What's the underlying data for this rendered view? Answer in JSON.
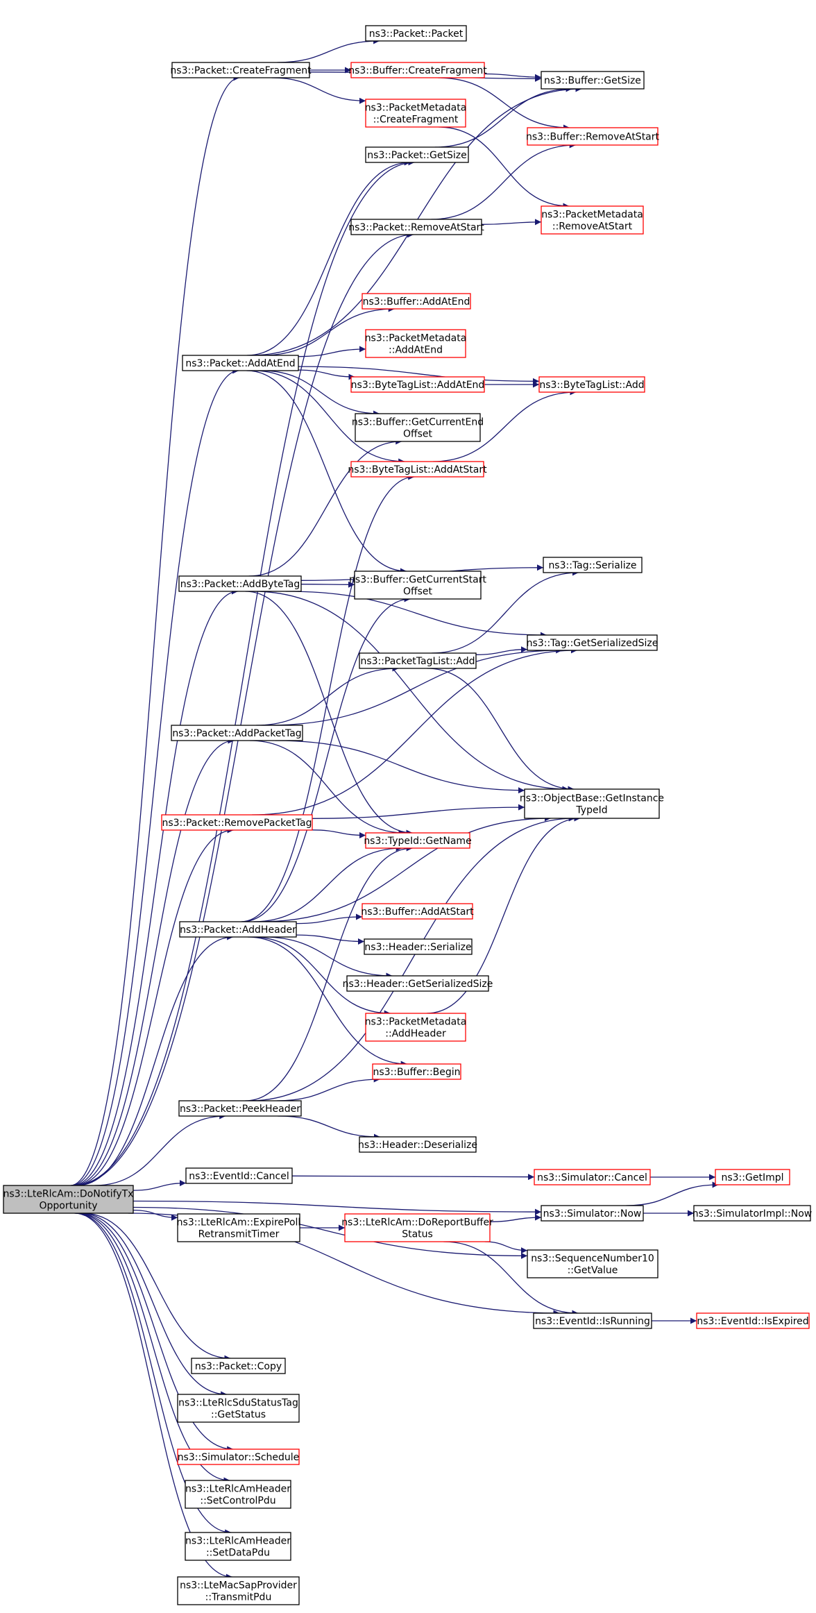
{
  "colors": {
    "edge": "#191970",
    "normal_border": "#000000",
    "missing_border": "#ff0000",
    "root_fill": "#bfbfbf"
  },
  "nodes": [
    {
      "id": "root",
      "lines": [
        "ns3::LteRlcAm::DoNotifyTx",
        "Opportunity"
      ],
      "style": "root"
    },
    {
      "id": "pkt_createfrag",
      "lines": [
        "ns3::Packet::CreateFragment"
      ],
      "style": "normal"
    },
    {
      "id": "pkt_packet",
      "lines": [
        "ns3::Packet::Packet"
      ],
      "style": "normal"
    },
    {
      "id": "buf_createfrag",
      "lines": [
        "ns3::Buffer::CreateFragment"
      ],
      "style": "missing"
    },
    {
      "id": "buf_getsize",
      "lines": [
        "ns3::Buffer::GetSize"
      ],
      "style": "normal"
    },
    {
      "id": "pm_createfrag",
      "lines": [
        "ns3::PacketMetadata",
        "::CreateFragment"
      ],
      "style": "missing"
    },
    {
      "id": "buf_removeatstart",
      "lines": [
        "ns3::Buffer::RemoveAtStart"
      ],
      "style": "missing"
    },
    {
      "id": "pkt_getsize",
      "lines": [
        "ns3::Packet::GetSize"
      ],
      "style": "normal"
    },
    {
      "id": "pkt_removeatstart",
      "lines": [
        "ns3::Packet::RemoveAtStart"
      ],
      "style": "normal"
    },
    {
      "id": "pm_removeatstart",
      "lines": [
        "ns3::PacketMetadata",
        "::RemoveAtStart"
      ],
      "style": "missing"
    },
    {
      "id": "buf_addatend",
      "lines": [
        "ns3::Buffer::AddAtEnd"
      ],
      "style": "missing"
    },
    {
      "id": "pm_addatend",
      "lines": [
        "ns3::PacketMetadata",
        "::AddAtEnd"
      ],
      "style": "missing"
    },
    {
      "id": "pkt_addatend",
      "lines": [
        "ns3::Packet::AddAtEnd"
      ],
      "style": "normal"
    },
    {
      "id": "btl_addatend",
      "lines": [
        "ns3::ByteTagList::AddAtEnd"
      ],
      "style": "missing"
    },
    {
      "id": "btl_add",
      "lines": [
        "ns3::ByteTagList::Add"
      ],
      "style": "missing"
    },
    {
      "id": "buf_getcurrentend",
      "lines": [
        "ns3::Buffer::GetCurrentEnd",
        "Offset"
      ],
      "style": "normal"
    },
    {
      "id": "btl_addatstart",
      "lines": [
        "ns3::ByteTagList::AddAtStart"
      ],
      "style": "missing"
    },
    {
      "id": "tag_serialize",
      "lines": [
        "ns3::Tag::Serialize"
      ],
      "style": "normal"
    },
    {
      "id": "pkt_addbytetag",
      "lines": [
        "ns3::Packet::AddByteTag"
      ],
      "style": "normal"
    },
    {
      "id": "buf_getcurrentstart",
      "lines": [
        "ns3::Buffer::GetCurrentStart",
        "Offset"
      ],
      "style": "normal"
    },
    {
      "id": "tag_getserializedsize",
      "lines": [
        "ns3::Tag::GetSerializedSize"
      ],
      "style": "normal"
    },
    {
      "id": "ptl_add",
      "lines": [
        "ns3::PacketTagList::Add"
      ],
      "style": "normal"
    },
    {
      "id": "pkt_addpackettag",
      "lines": [
        "ns3::Packet::AddPacketTag"
      ],
      "style": "normal"
    },
    {
      "id": "ob_getinstancetypeid",
      "lines": [
        "ns3::ObjectBase::GetInstance",
        "TypeId"
      ],
      "style": "normal"
    },
    {
      "id": "pkt_removepackettag",
      "lines": [
        "ns3::Packet::RemovePacketTag"
      ],
      "style": "missing"
    },
    {
      "id": "typeid_getname",
      "lines": [
        "ns3::TypeId::GetName"
      ],
      "style": "missing"
    },
    {
      "id": "buf_addatstart",
      "lines": [
        "ns3::Buffer::AddAtStart"
      ],
      "style": "missing"
    },
    {
      "id": "pkt_addheader",
      "lines": [
        "ns3::Packet::AddHeader"
      ],
      "style": "normal"
    },
    {
      "id": "hdr_serialize",
      "lines": [
        "ns3::Header::Serialize"
      ],
      "style": "normal"
    },
    {
      "id": "hdr_getserializedsize",
      "lines": [
        "ns3::Header::GetSerializedSize"
      ],
      "style": "normal"
    },
    {
      "id": "pm_addheader",
      "lines": [
        "ns3::PacketMetadata",
        "::AddHeader"
      ],
      "style": "missing"
    },
    {
      "id": "buf_begin",
      "lines": [
        "ns3::Buffer::Begin"
      ],
      "style": "missing"
    },
    {
      "id": "pkt_peekheader",
      "lines": [
        "ns3::Packet::PeekHeader"
      ],
      "style": "normal"
    },
    {
      "id": "hdr_deserialize",
      "lines": [
        "ns3::Header::Deserialize"
      ],
      "style": "normal"
    },
    {
      "id": "eventid_cancel",
      "lines": [
        "ns3::EventId::Cancel"
      ],
      "style": "normal"
    },
    {
      "id": "sim_cancel",
      "lines": [
        "ns3::Simulator::Cancel"
      ],
      "style": "missing"
    },
    {
      "id": "getimpl",
      "lines": [
        "ns3::GetImpl"
      ],
      "style": "missing"
    },
    {
      "id": "sim_now",
      "lines": [
        "ns3::Simulator::Now"
      ],
      "style": "normal"
    },
    {
      "id": "simimpl_now",
      "lines": [
        "ns3::SimulatorImpl::Now"
      ],
      "style": "normal"
    },
    {
      "id": "expirepoll",
      "lines": [
        "ns3::LteRlcAm::ExpirePoll",
        "RetransmitTimer"
      ],
      "style": "normal"
    },
    {
      "id": "doreportbuffer",
      "lines": [
        "ns3::LteRlcAm::DoReportBuffer",
        "Status"
      ],
      "style": "missing"
    },
    {
      "id": "seqnum_getvalue",
      "lines": [
        "ns3::SequenceNumber10",
        "::GetValue"
      ],
      "style": "normal"
    },
    {
      "id": "eventid_isrunning",
      "lines": [
        "ns3::EventId::IsRunning"
      ],
      "style": "normal"
    },
    {
      "id": "eventid_isexpired",
      "lines": [
        "ns3::EventId::IsExpired"
      ],
      "style": "missing"
    },
    {
      "id": "pkt_copy",
      "lines": [
        "ns3::Packet::Copy"
      ],
      "style": "normal"
    },
    {
      "id": "sdustatus_getstatus",
      "lines": [
        "ns3::LteRlcSduStatusTag",
        "::GetStatus"
      ],
      "style": "normal"
    },
    {
      "id": "sim_schedule",
      "lines": [
        "ns3::Simulator::Schedule"
      ],
      "style": "missing"
    },
    {
      "id": "amhdr_setcontrolpdu",
      "lines": [
        "ns3::LteRlcAmHeader",
        "::SetControlPdu"
      ],
      "style": "normal"
    },
    {
      "id": "amhdr_setdatapdu",
      "lines": [
        "ns3::LteRlcAmHeader",
        "::SetDataPdu"
      ],
      "style": "normal"
    },
    {
      "id": "macsap_transmitpdu",
      "lines": [
        "ns3::LteMacSapProvider",
        "::TransmitPdu"
      ],
      "style": "normal"
    }
  ],
  "edges": [
    [
      "root",
      "pkt_createfrag"
    ],
    [
      "root",
      "pkt_getsize"
    ],
    [
      "root",
      "pkt_removeatstart"
    ],
    [
      "root",
      "pkt_addatend"
    ],
    [
      "root",
      "pkt_addbytetag"
    ],
    [
      "root",
      "pkt_addpackettag"
    ],
    [
      "root",
      "pkt_removepackettag"
    ],
    [
      "root",
      "pkt_addheader"
    ],
    [
      "root",
      "pkt_peekheader"
    ],
    [
      "root",
      "eventid_cancel"
    ],
    [
      "root",
      "sim_now"
    ],
    [
      "root",
      "expirepoll"
    ],
    [
      "root",
      "seqnum_getvalue"
    ],
    [
      "root",
      "eventid_isrunning"
    ],
    [
      "root",
      "pkt_copy"
    ],
    [
      "root",
      "sdustatus_getstatus"
    ],
    [
      "root",
      "sim_schedule"
    ],
    [
      "root",
      "amhdr_setcontrolpdu"
    ],
    [
      "root",
      "amhdr_setdatapdu"
    ],
    [
      "root",
      "macsap_transmitpdu"
    ],
    [
      "pkt_createfrag",
      "pkt_packet"
    ],
    [
      "pkt_createfrag",
      "buf_createfrag"
    ],
    [
      "pkt_createfrag",
      "buf_getsize"
    ],
    [
      "pkt_createfrag",
      "pm_createfrag"
    ],
    [
      "buf_createfrag",
      "buf_getsize"
    ],
    [
      "buf_createfrag",
      "buf_removeatstart"
    ],
    [
      "pm_createfrag",
      "pm_removeatstart"
    ],
    [
      "pkt_getsize",
      "buf_getsize"
    ],
    [
      "pkt_removeatstart",
      "buf_removeatstart"
    ],
    [
      "pkt_removeatstart",
      "pm_removeatstart"
    ],
    [
      "pkt_addatend",
      "buf_addatend"
    ],
    [
      "pkt_addatend",
      "pm_addatend"
    ],
    [
      "pkt_addatend",
      "btl_addatend"
    ],
    [
      "pkt_addatend",
      "btl_add"
    ],
    [
      "pkt_addatend",
      "buf_getcurrentend"
    ],
    [
      "pkt_addatend",
      "btl_addatstart"
    ],
    [
      "pkt_addatend",
      "buf_getcurrentstart"
    ],
    [
      "pkt_addatend",
      "pkt_getsize"
    ],
    [
      "pkt_addatend",
      "buf_getsize"
    ],
    [
      "btl_addatend",
      "btl_add"
    ],
    [
      "btl_addatstart",
      "btl_add"
    ],
    [
      "pkt_addbytetag",
      "tag_serialize"
    ],
    [
      "pkt_addbytetag",
      "tag_getserializedsize"
    ],
    [
      "pkt_addbytetag",
      "buf_getcurrentstart"
    ],
    [
      "pkt_addbytetag",
      "buf_getcurrentend"
    ],
    [
      "pkt_addbytetag",
      "ob_getinstancetypeid"
    ],
    [
      "pkt_addbytetag",
      "typeid_getname"
    ],
    [
      "ptl_add",
      "tag_serialize"
    ],
    [
      "ptl_add",
      "tag_getserializedsize"
    ],
    [
      "ptl_add",
      "ob_getinstancetypeid"
    ],
    [
      "pkt_addpackettag",
      "ptl_add"
    ],
    [
      "pkt_addpackettag",
      "tag_getserializedsize"
    ],
    [
      "pkt_addpackettag",
      "ob_getinstancetypeid"
    ],
    [
      "pkt_addpackettag",
      "typeid_getname"
    ],
    [
      "pkt_removepackettag",
      "tag_getserializedsize"
    ],
    [
      "pkt_removepackettag",
      "ob_getinstancetypeid"
    ],
    [
      "pkt_removepackettag",
      "typeid_getname"
    ],
    [
      "pkt_addheader",
      "buf_addatstart"
    ],
    [
      "pkt_addheader",
      "hdr_serialize"
    ],
    [
      "pkt_addheader",
      "hdr_getserializedsize"
    ],
    [
      "pkt_addheader",
      "pm_addheader"
    ],
    [
      "pkt_addheader",
      "buf_begin"
    ],
    [
      "pkt_addheader",
      "typeid_getname"
    ],
    [
      "pkt_addheader",
      "ob_getinstancetypeid"
    ],
    [
      "pkt_addheader",
      "btl_addatstart"
    ],
    [
      "pkt_addheader",
      "buf_getcurrentstart"
    ],
    [
      "pm_addheader",
      "ob_getinstancetypeid"
    ],
    [
      "pkt_peekheader",
      "buf_begin"
    ],
    [
      "pkt_peekheader",
      "hdr_deserialize"
    ],
    [
      "pkt_peekheader",
      "typeid_getname"
    ],
    [
      "pkt_peekheader",
      "ob_getinstancetypeid"
    ],
    [
      "eventid_cancel",
      "sim_cancel"
    ],
    [
      "sim_cancel",
      "getimpl"
    ],
    [
      "sim_now",
      "getimpl"
    ],
    [
      "sim_now",
      "simimpl_now"
    ],
    [
      "expirepoll",
      "doreportbuffer"
    ],
    [
      "doreportbuffer",
      "sim_now"
    ],
    [
      "doreportbuffer",
      "seqnum_getvalue"
    ],
    [
      "doreportbuffer",
      "eventid_isrunning"
    ],
    [
      "eventid_isrunning",
      "eventid_isexpired"
    ]
  ]
}
